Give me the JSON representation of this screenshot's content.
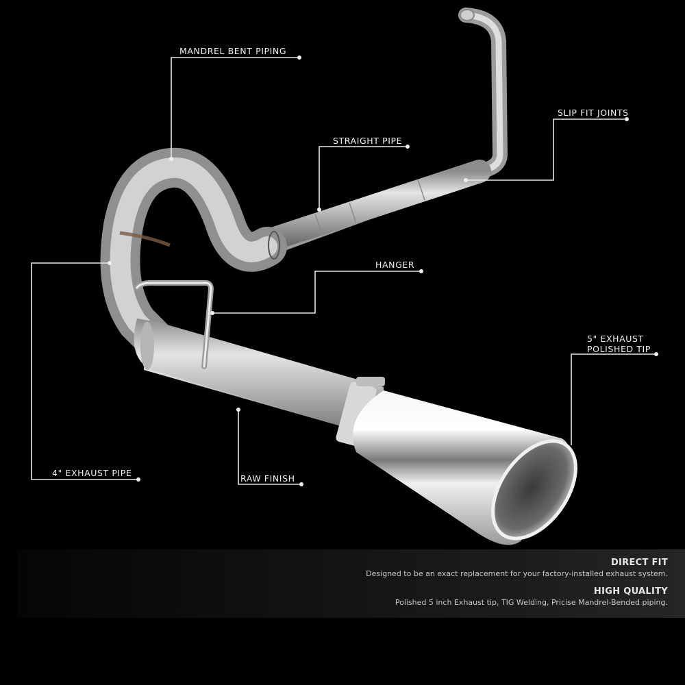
{
  "callouts": [
    {
      "id": "mandrel",
      "label": "MANDREL BENT PIPING"
    },
    {
      "id": "slip",
      "label": "SLIP FIT JOINTS"
    },
    {
      "id": "straight",
      "label": "STRAIGHT PIPE"
    },
    {
      "id": "hanger",
      "label": "HANGER"
    },
    {
      "id": "tip_line1",
      "label": "5\" EXHAUST"
    },
    {
      "id": "tip_line2",
      "label": "POLISHED TIP"
    },
    {
      "id": "pipe4",
      "label": "4\" EXHAUST PIPE"
    },
    {
      "id": "raw",
      "label": "RAW FINISH"
    }
  ],
  "features": [
    {
      "title": "DIRECT FIT",
      "description": "Designed to be an exact replacement for your factory-installed exhaust system."
    },
    {
      "title": "HIGH QUALITY",
      "description": "Polished 5 inch Exhaust tip, TIG Welding, Pricise Mandrel-Bended piping."
    }
  ],
  "colors": {
    "background": "#000000",
    "line": "#e8e8e8",
    "pipe": "#b8b8b8",
    "chrome": "#e6e6e6"
  }
}
